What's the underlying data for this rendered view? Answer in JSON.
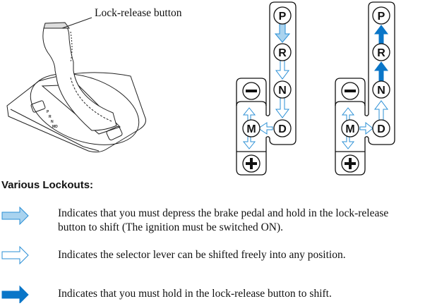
{
  "callout": {
    "label": "Lock-release button"
  },
  "heading": "Various Lockouts:",
  "colors": {
    "light_blue_fill": "#a9d3ef",
    "blue_stroke": "#2a8fd6",
    "solid_blue": "#0a76c8",
    "outline": "#111111"
  },
  "shift_diagrams": [
    {
      "name": "shift-down",
      "positions": [
        "P",
        "R",
        "N",
        "D",
        "M",
        "−",
        "+"
      ]
    },
    {
      "name": "shift-up",
      "positions": [
        "P",
        "R",
        "N",
        "D",
        "M",
        "−",
        "+"
      ]
    }
  ],
  "legend": [
    {
      "icon": "light-blue-arrow-icon",
      "text_line1": "Indicates that you must depress the brake pedal and hold in the lock-release",
      "text_line2": "button to shift (The ignition must be switched ON)."
    },
    {
      "icon": "outline-arrow-icon",
      "text_line1": "Indicates the selector lever can be shifted freely into any position."
    },
    {
      "icon": "solid-blue-arrow-icon",
      "text_line1": "Indicates that you must hold in the lock-release button to shift."
    }
  ]
}
